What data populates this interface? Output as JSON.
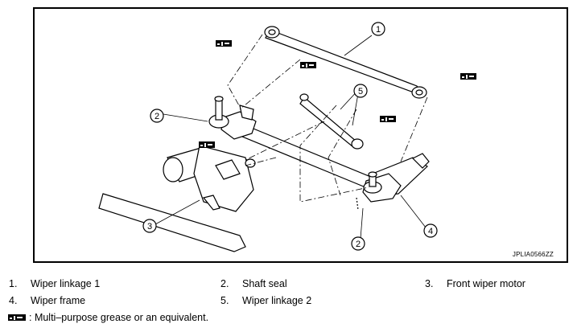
{
  "figure_code": "JPLIA0566ZZ",
  "callouts": [
    "1",
    "2",
    "3",
    "4",
    "5",
    "2"
  ],
  "legend": [
    {
      "num": "1.",
      "label": "Wiper linkage 1"
    },
    {
      "num": "2.",
      "label": "Shaft seal"
    },
    {
      "num": "3.",
      "label": "Front wiper motor"
    },
    {
      "num": "4.",
      "label": "Wiper frame"
    },
    {
      "num": "5.",
      "label": "Wiper linkage 2"
    }
  ],
  "grease_note": ": Multi–purpose grease or an equivalent.",
  "icons": [
    "grease-symbol-icon"
  ]
}
